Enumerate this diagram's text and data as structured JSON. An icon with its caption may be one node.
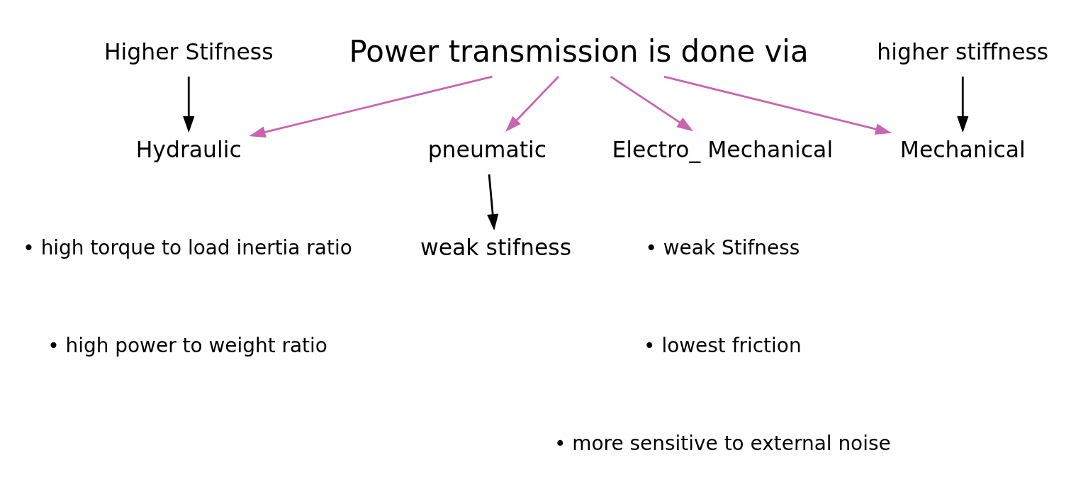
{
  "diagram": {
    "nodes": [
      {
        "text": [
          "Power transmission is done via"
        ]
      },
      {
        "text": [
          "Hydraulic"
        ]
      },
      {
        "text": [
          "pneumatic"
        ]
      },
      {
        "text": [
          "Mechanical"
        ]
      },
      {
        "text": [
          "Electro_ Mechanical"
        ]
      },
      {
        "text": [
          "Higher Stifness"
        ]
      },
      {
        "text": [
          "weak stifness"
        ]
      },
      {
        "text": [
          "higher stiffness"
        ]
      }
    ],
    "edges": [
      {
        "from": 0,
        "to": 1,
        "arrow": "to"
      },
      {
        "from": 0,
        "to": 2,
        "arrow": "to"
      },
      {
        "from": 0,
        "to": 3,
        "arrow": "to"
      },
      {
        "from": 0,
        "to": 4,
        "arrow": "to"
      },
      {
        "from": 5,
        "to": 1,
        "arrow": "to",
        "color": "#000000"
      },
      {
        "from": 2,
        "to": 6,
        "arrow": "to",
        "color": "#000000"
      },
      {
        "from": 7,
        "to": 3,
        "arrow": "to",
        "color": "#000000"
      }
    ],
    "labels": [
      "• high torque to load inertia ratio",
      "• high power to weight ratio",
      "• weak Stifness",
      "• lowest friction",
      "• more sensitive to external noise"
    ]
  }
}
